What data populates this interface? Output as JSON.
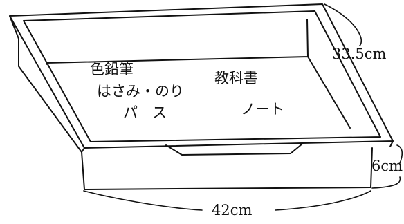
{
  "tray": {
    "contents": {
      "colored_pencils": "色鉛筆",
      "scissors_glue": "はさみ・のり",
      "pastels": "パ　ス",
      "textbook": "教科書",
      "notebook": "ノート"
    },
    "dimensions": {
      "depth": "33.5cm",
      "height": "6cm",
      "width": "42cm"
    }
  },
  "colors": {
    "line": "#111111",
    "background": "#ffffff"
  }
}
